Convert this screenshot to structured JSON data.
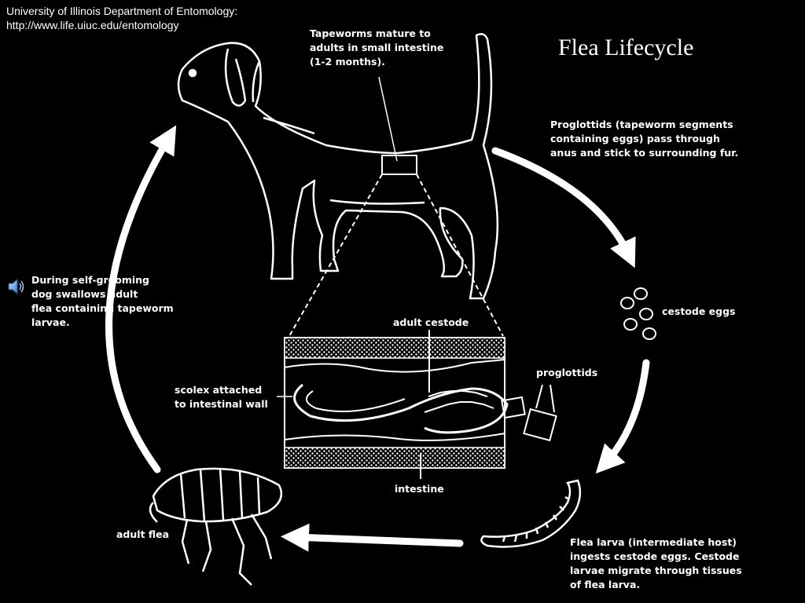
{
  "credit": {
    "line1": "University of Illinois Department of Entomology:",
    "line2": "http://www.life.uiuc.edu/entomology"
  },
  "title": "Flea Lifecycle",
  "labels": {
    "tapeworms": [
      "Tapeworms mature to",
      "adults in small intestine",
      "(1-2 months)."
    ],
    "proglottids_pass": [
      "Proglottids (tapeworm segments",
      "containing eggs) pass through",
      "anus and stick to surrounding fur."
    ],
    "cestode_eggs": "cestode eggs",
    "flea_larva": [
      "Flea larva (intermediate host)",
      "ingests cestode eggs.  Cestode",
      "larvae migrate through tissues",
      "of flea larva."
    ],
    "adult_flea": "adult flea",
    "grooming": [
      "During self-grooming",
      "dog swallows adult",
      "flea containing tapeworm",
      "larvae."
    ],
    "adult_cestode": "adult cestode",
    "proglottids": "proglottids",
    "scolex": [
      "scolex attached",
      "to intestinal wall"
    ],
    "intestine": "intestine"
  },
  "icons": {
    "speaker": "speaker-icon"
  },
  "colors": {
    "background": "#000000",
    "lines": "#ffffff"
  }
}
